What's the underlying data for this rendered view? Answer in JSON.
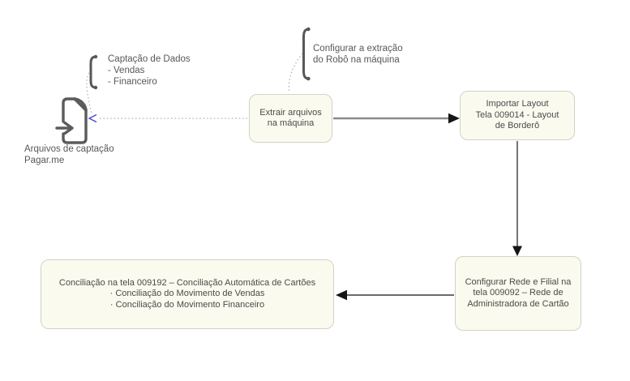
{
  "annotations": {
    "captacao": {
      "icon": "curly-brace-icon",
      "lines": [
        "Captação de Dados",
        "- Vendas",
        "- Financeiro"
      ]
    },
    "extracao": {
      "icon": "curly-brace-icon",
      "lines": [
        "Configurar a extração",
        "do Robô na máquina"
      ]
    }
  },
  "source": {
    "icon": "file-import-icon",
    "label_lines": [
      "Arquivos de captação",
      "Pagar.me"
    ]
  },
  "nodes": {
    "extrair": {
      "lines": [
        "Extrair arquivos",
        "na máquina"
      ]
    },
    "importar": {
      "lines": [
        "Importar Layout",
        "Tela 009014 - Layout",
        "de Borderô"
      ]
    },
    "rede": {
      "lines": [
        "Configurar Rede e Filial na",
        "tela 009092 – Rede de",
        "Administradora de Cartão"
      ]
    },
    "conciliacao": {
      "lines": [
        "Conciliação na tela 009192 – Conciliação Automática de Cartões",
        "· Conciliação do Movimento de Vendas",
        "· Conciliação do Movimento Financeiro"
      ]
    }
  },
  "colors": {
    "background": "#ffffff",
    "node_fill": "#fafaee",
    "node_border": "#d2d2c4",
    "node_text": "#4b4b4b",
    "annotation_text": "#585858",
    "brace": "#57575a",
    "dotted_line": "#b4b4b4",
    "arrow_line_gray": "#8a8a8a",
    "arrow_line_dark": "#3a3a3a",
    "arrowhead": "#161616",
    "blue_arrowhead": "#4848d2",
    "file_icon": "#5b5b5b"
  }
}
